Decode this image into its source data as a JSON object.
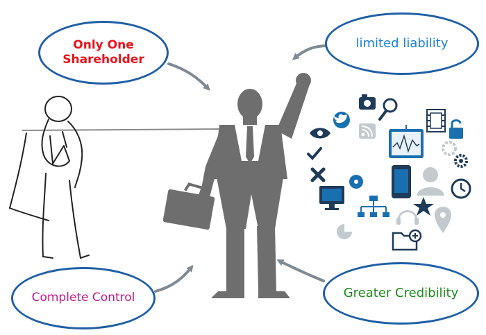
{
  "bubbles": {
    "only_one_shareholder": {
      "line1": "Only One",
      "line2": "Shareholder",
      "color": "#e8141b"
    },
    "limited_liability": {
      "text": "limited liability",
      "color": "#1b7fd6"
    },
    "complete_control": {
      "text": "Complete Control",
      "color": "#c2178b"
    },
    "greater_credibility": {
      "text": "Greater Credibility",
      "color": "#1d8a1d"
    }
  },
  "colors": {
    "bubble_border": "#1f5fa6",
    "figure": "#6e6e6e",
    "arrow": "#7f8a92",
    "icon_blue": "#1a6fb0",
    "icon_dark": "#1f3b57",
    "icon_gray": "#c4c9cd"
  },
  "icons": [
    "camera-icon",
    "search-icon",
    "twitter-icon",
    "rss-icon",
    "film-icon",
    "lock-icon",
    "eye-icon",
    "chart-monitor-icon",
    "check-icon",
    "gear-icon",
    "close-icon",
    "disc-icon",
    "phone-icon",
    "user-icon",
    "clock-icon",
    "desktop-icon",
    "network-icon",
    "star-icon",
    "headphones-icon",
    "location-pin-icon",
    "folder-add-icon",
    "pie-icon"
  ]
}
